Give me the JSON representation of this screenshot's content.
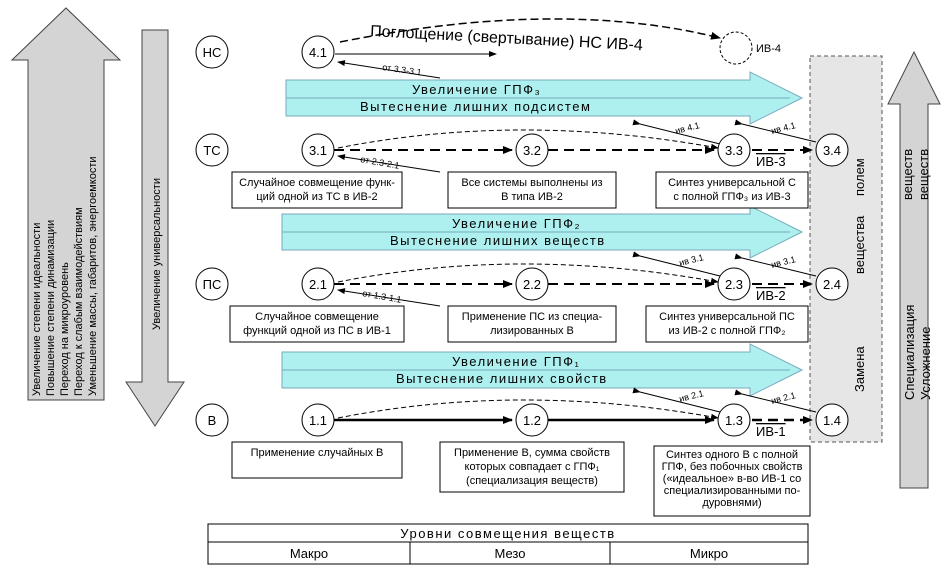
{
  "title": "Поглощение (свертывание) НС ИВ-4",
  "left_arrow_lines": [
    "Увеличение степени идеальности",
    "Повышение степени динамизации",
    "Переход на микроуровень",
    "Переход к слабым взаимодействиям",
    "Уменьшение массы, габаритов, энергоемкости"
  ],
  "universality_arrow": "Увеличение универсальности",
  "right_arrow_lines": [
    "Специализация",
    "Усложнение"
  ],
  "right_column_words": [
    "веществ",
    "веществ"
  ],
  "replacement_box": [
    "Замена",
    "вещества",
    "полем"
  ],
  "row_labels": {
    "ns": "НС",
    "ts": "ТС",
    "ps": "ПС",
    "v": "В"
  },
  "nodes": {
    "n41": "4.1",
    "niv4": "ИВ-4",
    "n31": "3.1",
    "n32": "3.2",
    "n33": "3.3",
    "n34": "3.4",
    "n21": "2.1",
    "n22": "2.2",
    "n23": "2.3",
    "n24": "2.4",
    "n11": "1.1",
    "n12": "1.2",
    "n13": "1.3",
    "n14": "1.4"
  },
  "iv_labels": {
    "iv3": "ИВ-3",
    "iv2": "ИВ-2",
    "iv1": "ИВ-1"
  },
  "bands": {
    "b3_line1": "Увеличение ГПФ₃",
    "b3_line2": "Вытеснение лишних подсистем",
    "b2_line1": "Увеличение ГПФ₂",
    "b2_line2": "Вытеснение лишних веществ",
    "b1_line1": "Увеличение ГПФ₁",
    "b1_line2": "Вытеснение лишних свойств"
  },
  "small_labels": {
    "ot33": "от 3.3-3.1",
    "ot32": "от 2.3-2.1",
    "ot13": "от 1.3-1.1",
    "iv41a": "ив 4.1",
    "iv41b": "ив 4.1",
    "iv31a": "ив 3.1",
    "iv31b": "ив 3.1",
    "iv21a": "ив 2.1",
    "iv21b": "ив 2.1"
  },
  "boxes": {
    "ts1": [
      "Случайное совмещение функ-",
      "ций одной из ТС в ИВ-2"
    ],
    "ts2": [
      "Все системы выполнены из",
      "В типа ИВ-2"
    ],
    "ts3": [
      "Синтез универсальной С",
      "с полной ГПФ₃ из ИВ-3"
    ],
    "ps1": [
      "Случайное совмещение",
      "функций одной из ПС в ИВ-1"
    ],
    "ps2": [
      "Применение ПС из специа-",
      "лизированных В"
    ],
    "ps3": [
      "Синтез универсальной ПС",
      "из ИВ-2 с полной ГПФ₂"
    ],
    "v1": [
      "Применение случайных В"
    ],
    "v2": [
      "Применение В, сумма свойств",
      "которых совпадает с ГПФ₁",
      "(специализация веществ)"
    ],
    "v3": [
      "Синтез одного В с полной",
      "ГПФ, без побочных свойств",
      "(«идеальное» в-во ИВ-1 со",
      "специализированными по-",
      "дуровнями)"
    ]
  },
  "table": {
    "header": "Уровни совмещения веществ",
    "cols": [
      "Макро",
      "Мезо",
      "Микро"
    ]
  }
}
